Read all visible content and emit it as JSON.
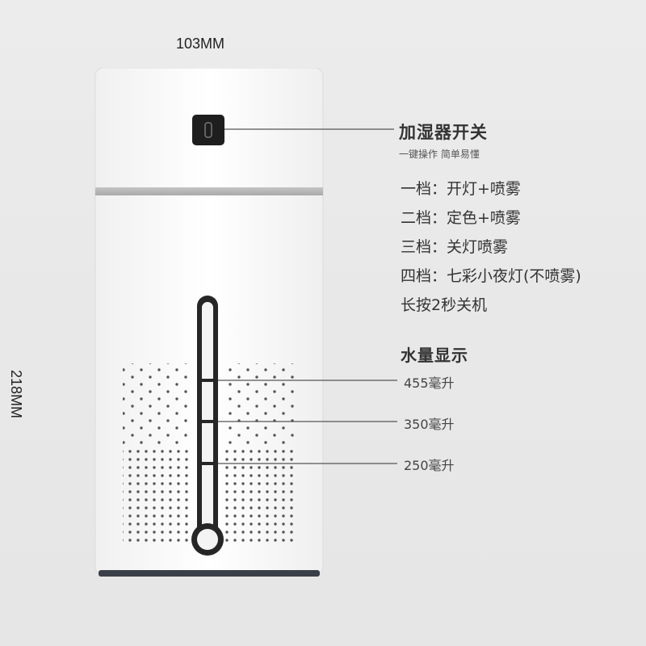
{
  "dimensions": {
    "width": "103MM",
    "height": "218MM"
  },
  "power_switch": {
    "title": "加湿器开关",
    "subtitle": "一键操作 简单易懂"
  },
  "modes": [
    "一档：开灯+喷雾",
    "二档：定色+喷雾",
    "三档：关灯喷雾",
    "四档：七彩小夜灯(不喷雾)",
    "长按2秒关机"
  ],
  "water_level": {
    "title": "水量显示",
    "levels": [
      "455毫升",
      "350毫升",
      "250毫升"
    ]
  },
  "colors": {
    "body": "#ffffff",
    "band": "#b8b8b8",
    "text": "#333333"
  }
}
